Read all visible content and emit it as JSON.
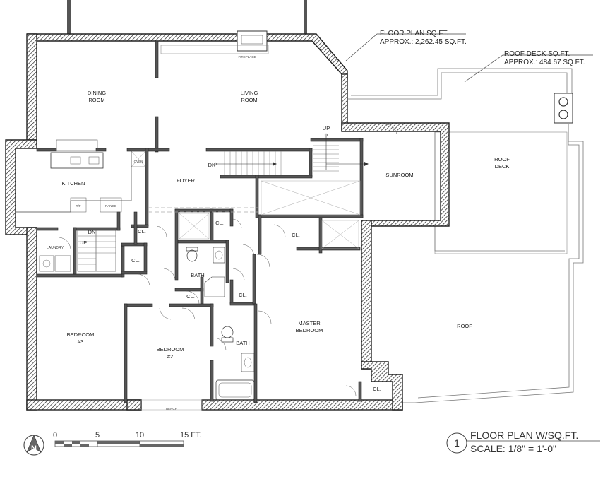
{
  "rooms": {
    "dining": [
      "DINING",
      "ROOM"
    ],
    "living": [
      "LIVING",
      "ROOM"
    ],
    "kitchen": "KITCHEN",
    "foyer": "FOYER",
    "sunroom": "SUNROOM",
    "roof_deck": [
      "ROOF",
      "DECK"
    ],
    "roof": "ROOF",
    "laundry": "LAUNDRY",
    "bath_upper": "BATH",
    "bath_lower": "BATH",
    "master": [
      "MASTER",
      "BEDROOM"
    ],
    "bedroom2": [
      "BEDROOM",
      "#2"
    ],
    "bedroom3": [
      "BEDROOM",
      "#3"
    ],
    "closet": "CL."
  },
  "labels": {
    "fireplace": "FIREPLACE",
    "bench": "BENCH",
    "up": "UP",
    "dn": "DN",
    "range": "RANGE",
    "fridge": "R/F",
    "oven": "OVEN"
  },
  "callouts": {
    "floor_plan_title": "FLOOR PLAN SQ.FT.",
    "floor_plan_value": "APPROX.: 2,262.45 SQ.FT.",
    "roof_deck_title": "ROOF DECK SQ.FT.",
    "roof_deck_value": "APPROX.: 484.67 SQ.FT."
  },
  "scale_bar": {
    "ticks": [
      "0",
      "5",
      "10",
      "15 FT."
    ],
    "north": "N"
  },
  "title_block": {
    "number": "1",
    "title": "FLOOR PLAN W/SQ.FT.",
    "scale": "SCALE: 1/8\" = 1'-0\""
  }
}
